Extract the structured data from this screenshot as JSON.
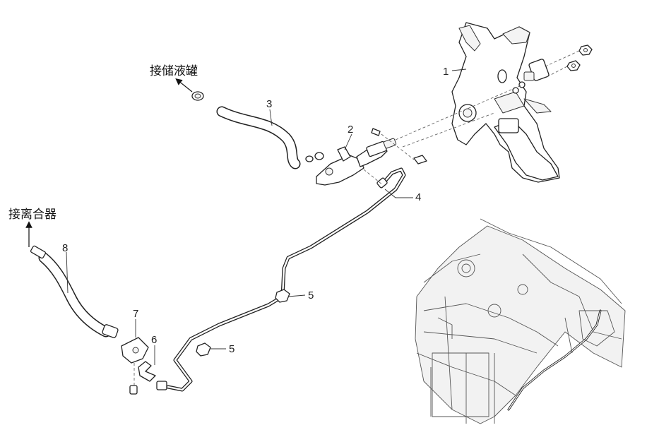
{
  "callouts": {
    "c1": "1",
    "c2": "2",
    "c3": "3",
    "c4": "4",
    "c5a": "5",
    "c5b": "5",
    "c6": "6",
    "c7": "7",
    "c8": "8"
  },
  "annotations": {
    "reservoir": "接储液罐",
    "clutch": "接离合器"
  }
}
